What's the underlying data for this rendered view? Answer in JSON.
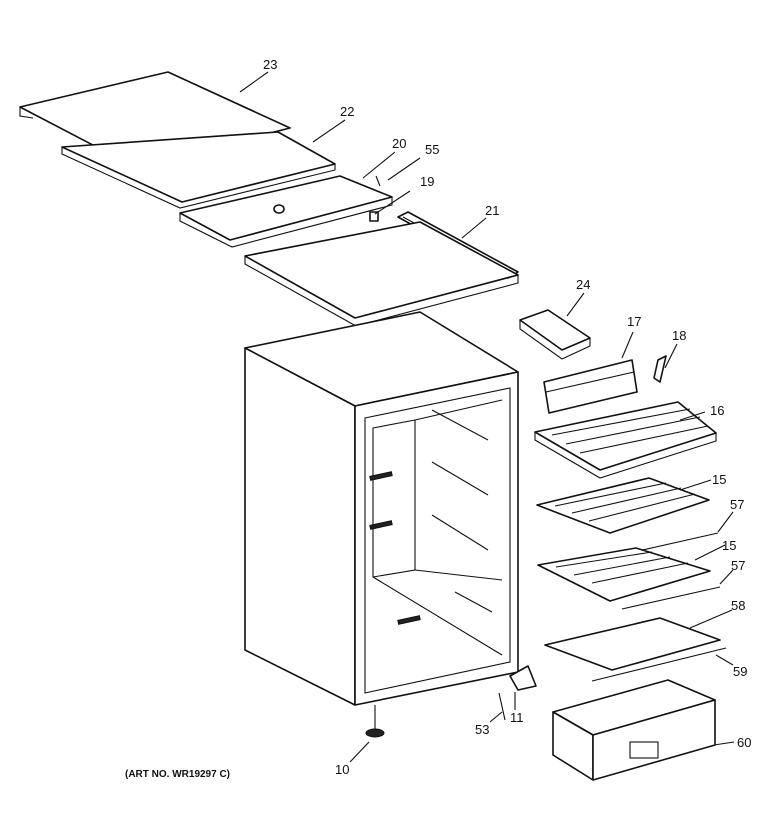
{
  "callouts": {
    "c23": "23",
    "c22": "22",
    "c20": "20",
    "c55": "55",
    "c19": "19",
    "c21": "21",
    "c24": "24",
    "c17": "17",
    "c18": "18",
    "c16": "16",
    "c15a": "15",
    "c57a": "57",
    "c15b": "15",
    "c57b": "57",
    "c58": "58",
    "c59": "59",
    "c60": "60",
    "c11": "11",
    "c53": "53",
    "c10": "10"
  },
  "art_number": "(ART NO. WR19297 C)"
}
